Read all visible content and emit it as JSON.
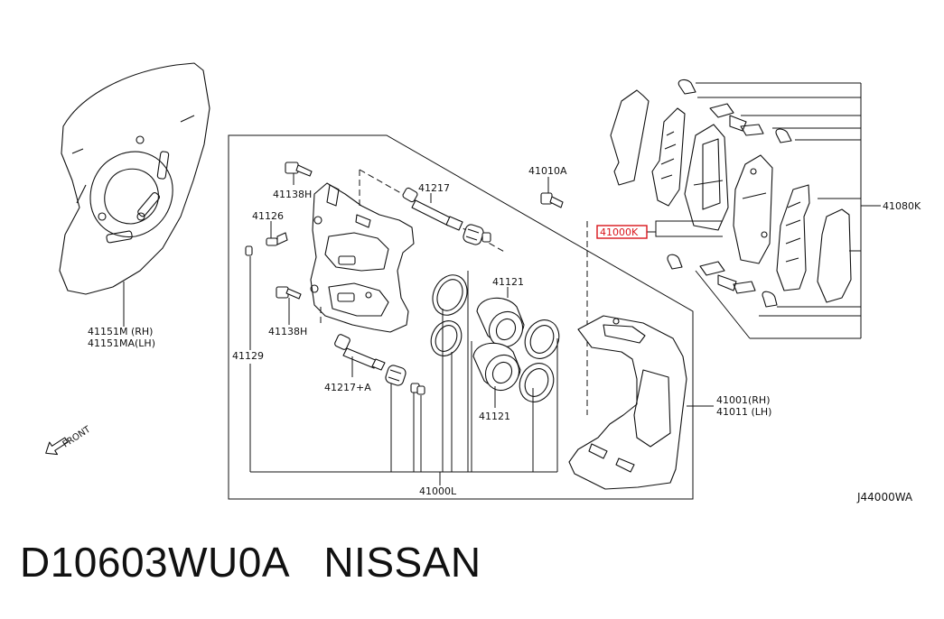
{
  "labels": {
    "shield_rh": "41151M  (RH)",
    "shield_lh": "41151MA(LH)",
    "bolt_top": "41138H",
    "bolt_mid": "41138H",
    "pin_boot": "41126",
    "bleeder": "41129",
    "slide_pin_top": "41217",
    "slide_pin_bottom": "41217+A",
    "bolt_bracket": "41010A",
    "piston_top": "41121",
    "piston_bottom": "41121",
    "caliper_assy": "41000L",
    "bracket_rh": "41001(RH)",
    "bracket_lh": "41011 (LH)",
    "pad_kit": "41000K",
    "pad_hardware": "41080K",
    "front": "FRONT",
    "diagram_code": "J44000WA"
  },
  "caption": "D10603WU0A   NISSAN",
  "highlight_color": "#d9141b"
}
